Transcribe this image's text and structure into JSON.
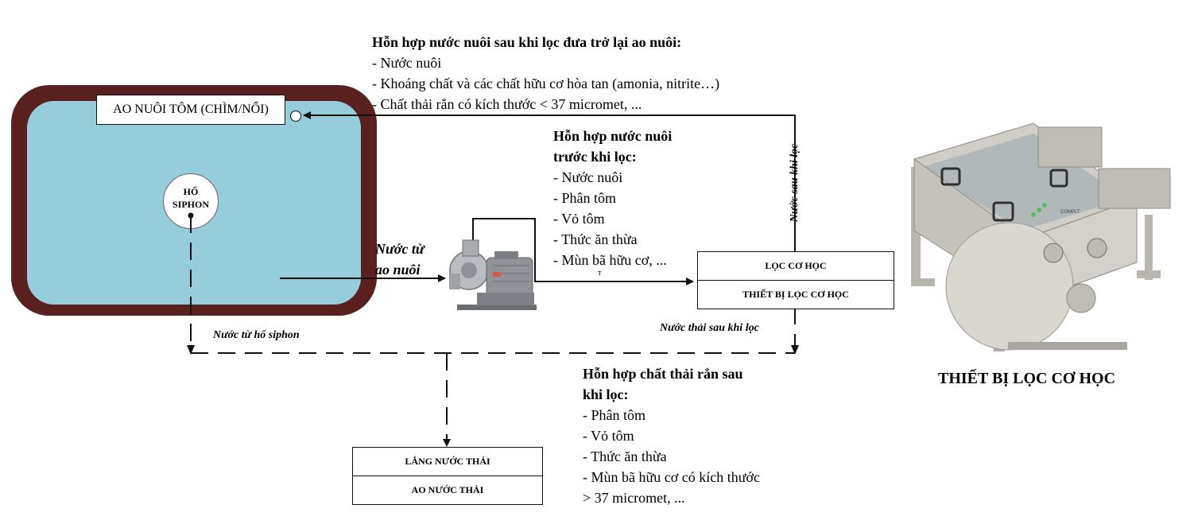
{
  "pond": {
    "label": "AO NUÔI TÔM (CHÌM/NỔI)",
    "siphon_label_1": "HỐ",
    "siphon_label_2": "SIPHON"
  },
  "return_mixture": {
    "title": "Hỗn hợp nước nuôi sau khi lọc đưa trở lại ao nuôi:",
    "items": [
      "- Nước nuôi",
      "- Khoáng chất và các chất hữu cơ hòa tan (amonia, nitrite…)",
      "- Chất thải rắn có kích thước < 37 micromet, ..."
    ]
  },
  "before_filter": {
    "title_1": "Hỗn hợp nước nuôi",
    "title_2": "trước khi lọc:",
    "items": [
      "- Nước nuôi",
      "- Phân tôm",
      "- Vỏ tôm",
      "- Thức ăn thừa",
      "- Mùn bã hữu cơ, ..."
    ]
  },
  "flow_labels": {
    "from_pond_1": "Nước từ",
    "from_pond_2": "ao nuôi",
    "after_filter_water": "Nước sau khi lọc",
    "from_siphon": "Nước từ hố siphon",
    "waste_after_filter": "Nước thải sau khi lọc",
    "stray_mark": "т"
  },
  "filter_box": {
    "row1": "LỌC CƠ HỌC",
    "row2": "THIẾT BỊ LỌC CƠ HỌC"
  },
  "waste_box": {
    "row1": "LẮNG NƯỚC THẢI",
    "row2": "AO NƯỚC THẢI"
  },
  "solid_waste": {
    "title_1": "Hỗn hợp chất thải rắn sau",
    "title_2": "khi lọc:",
    "items": [
      "- Phân tôm",
      "- Vỏ tôm",
      "- Thức ăn thừa",
      "- Mùn bã hữu cơ có kích thước",
      "> 37 micromet, ..."
    ]
  },
  "device": {
    "caption": "THIẾT BỊ LỌC CƠ HỌC",
    "brand": "COMPLT"
  },
  "colors": {
    "pond_wall": "#5a1f1f",
    "pond_water": "#96cddb",
    "device_body": "#c9c7c0",
    "line": "#111111"
  }
}
